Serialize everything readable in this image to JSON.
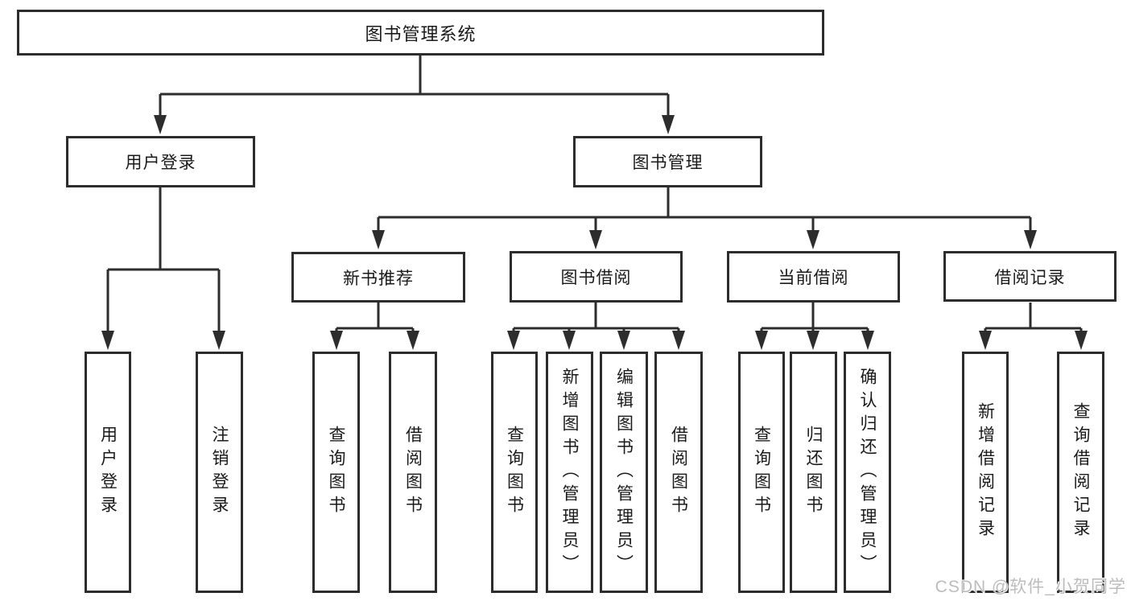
{
  "diagram": {
    "title": "图书管理系统",
    "level2": {
      "user_login": "用户登录",
      "book_management": "图书管理"
    },
    "level3": {
      "new_book_recommend": "新书推荐",
      "book_borrow": "图书借阅",
      "current_borrow": "当前借阅",
      "borrow_record": "借阅记录"
    },
    "leaves": {
      "login": "用户登录",
      "logout": "注销登录",
      "recommend_query_books": "查询图书",
      "recommend_borrow_books": "借阅图书",
      "borrow_query_books": "查询图书",
      "borrow_add_books": "新增图书（管理员）",
      "borrow_edit_books": "编辑图书（管理员）",
      "borrow_borrow_books": "借阅图书",
      "current_query_books": "查询图书",
      "current_return_books": "归还图书",
      "current_confirm_return": "确认归还（管理员）",
      "record_add": "新增借阅记录",
      "record_query": "查询借阅记录"
    }
  },
  "watermark": "CSDN @软件_小贺同学",
  "colors": {
    "line": "#2d2d2d",
    "text": "#1a1a1a",
    "watermark": "#bcbcbc",
    "background": "#ffffff"
  }
}
